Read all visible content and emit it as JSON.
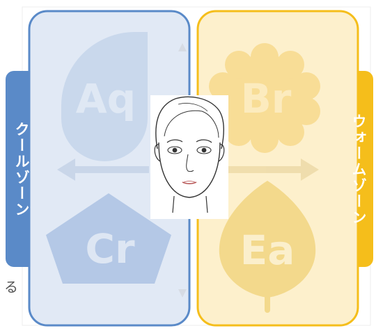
{
  "diagram": {
    "cool_zone": {
      "tab_label": "クールゾーン",
      "accent_color": "#5a8ac8",
      "fill_color": "#e1e9f5"
    },
    "warm_zone": {
      "tab_label": "ウォームゾーン",
      "accent_color": "#f5be1b",
      "fill_color": "#fdf0cc"
    },
    "quadrants": [
      {
        "label": "Aq",
        "shape": "drop-icon"
      },
      {
        "label": "Br",
        "shape": "flower-icon"
      },
      {
        "label": "Cr",
        "shape": "gem-icon"
      },
      {
        "label": "Ea",
        "shape": "leaf-icon"
      }
    ],
    "edge_text": "る",
    "center_image": "face-illustration"
  }
}
